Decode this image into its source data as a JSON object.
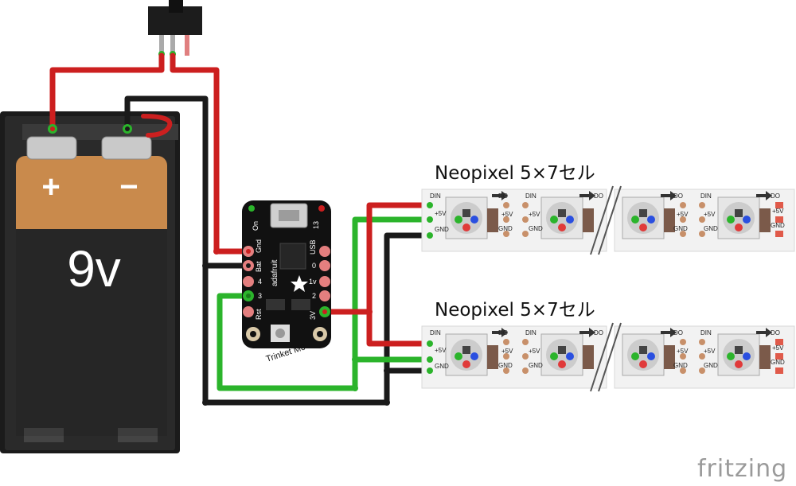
{
  "switch": {
    "name": "slide switch"
  },
  "battery": {
    "plus": "+",
    "minus": "−",
    "voltage": "9v"
  },
  "board": {
    "name": "Trinket M0",
    "brand": "adafruit",
    "pins_left": [
      "Gnd",
      "Bat",
      "4",
      "3",
      "Rst"
    ],
    "pins_right": [
      "USB",
      "0",
      "1v",
      "2",
      "3V"
    ],
    "on_label": "On",
    "pin13": "13"
  },
  "strips": [
    {
      "title": "Neopixel 5×7セル"
    },
    {
      "title": "Neopixel 5×7セル"
    }
  ],
  "strip_pads": {
    "din": "DIN",
    "do": "DO",
    "plus5v": "+5V",
    "gnd": "GND"
  },
  "watermark": "fritzing",
  "colors": {
    "wire_red": "#cc1f1f",
    "wire_black": "#1a1a1a",
    "wire_green": "#2bb42b",
    "pad_copper": "#c8906a",
    "board_black": "#111111",
    "battery_orange": "#c98a4c"
  }
}
